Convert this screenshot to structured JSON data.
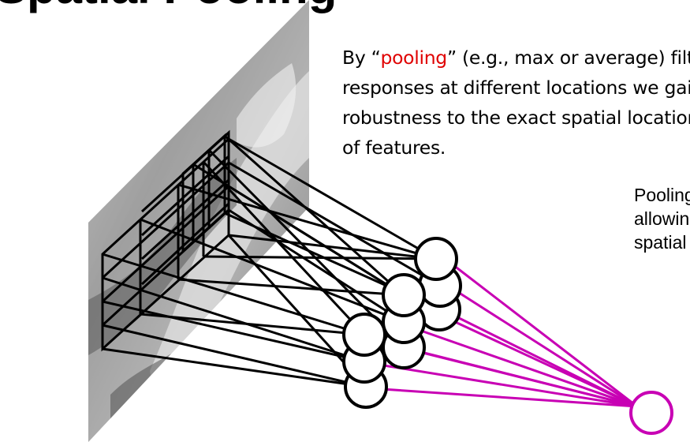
{
  "slide": {
    "title": "Spatial Pooling"
  },
  "caption": {
    "line1_before": "By “",
    "line1_highlight": "pooling",
    "line1_after": "” (e.g., max or average) filter",
    "line2": "responses at different locations we gain",
    "line3": "robustness to the exact spatial location",
    "line4": "of features.",
    "highlight_color": "#e00000"
  },
  "side_note": {
    "line1": "Pooling",
    "line2": "allowing",
    "line3": "spatial"
  },
  "colors": {
    "pooling_lines": "#c800b4",
    "pooling_unit": "#c800b4",
    "network_lines": "#000000"
  }
}
